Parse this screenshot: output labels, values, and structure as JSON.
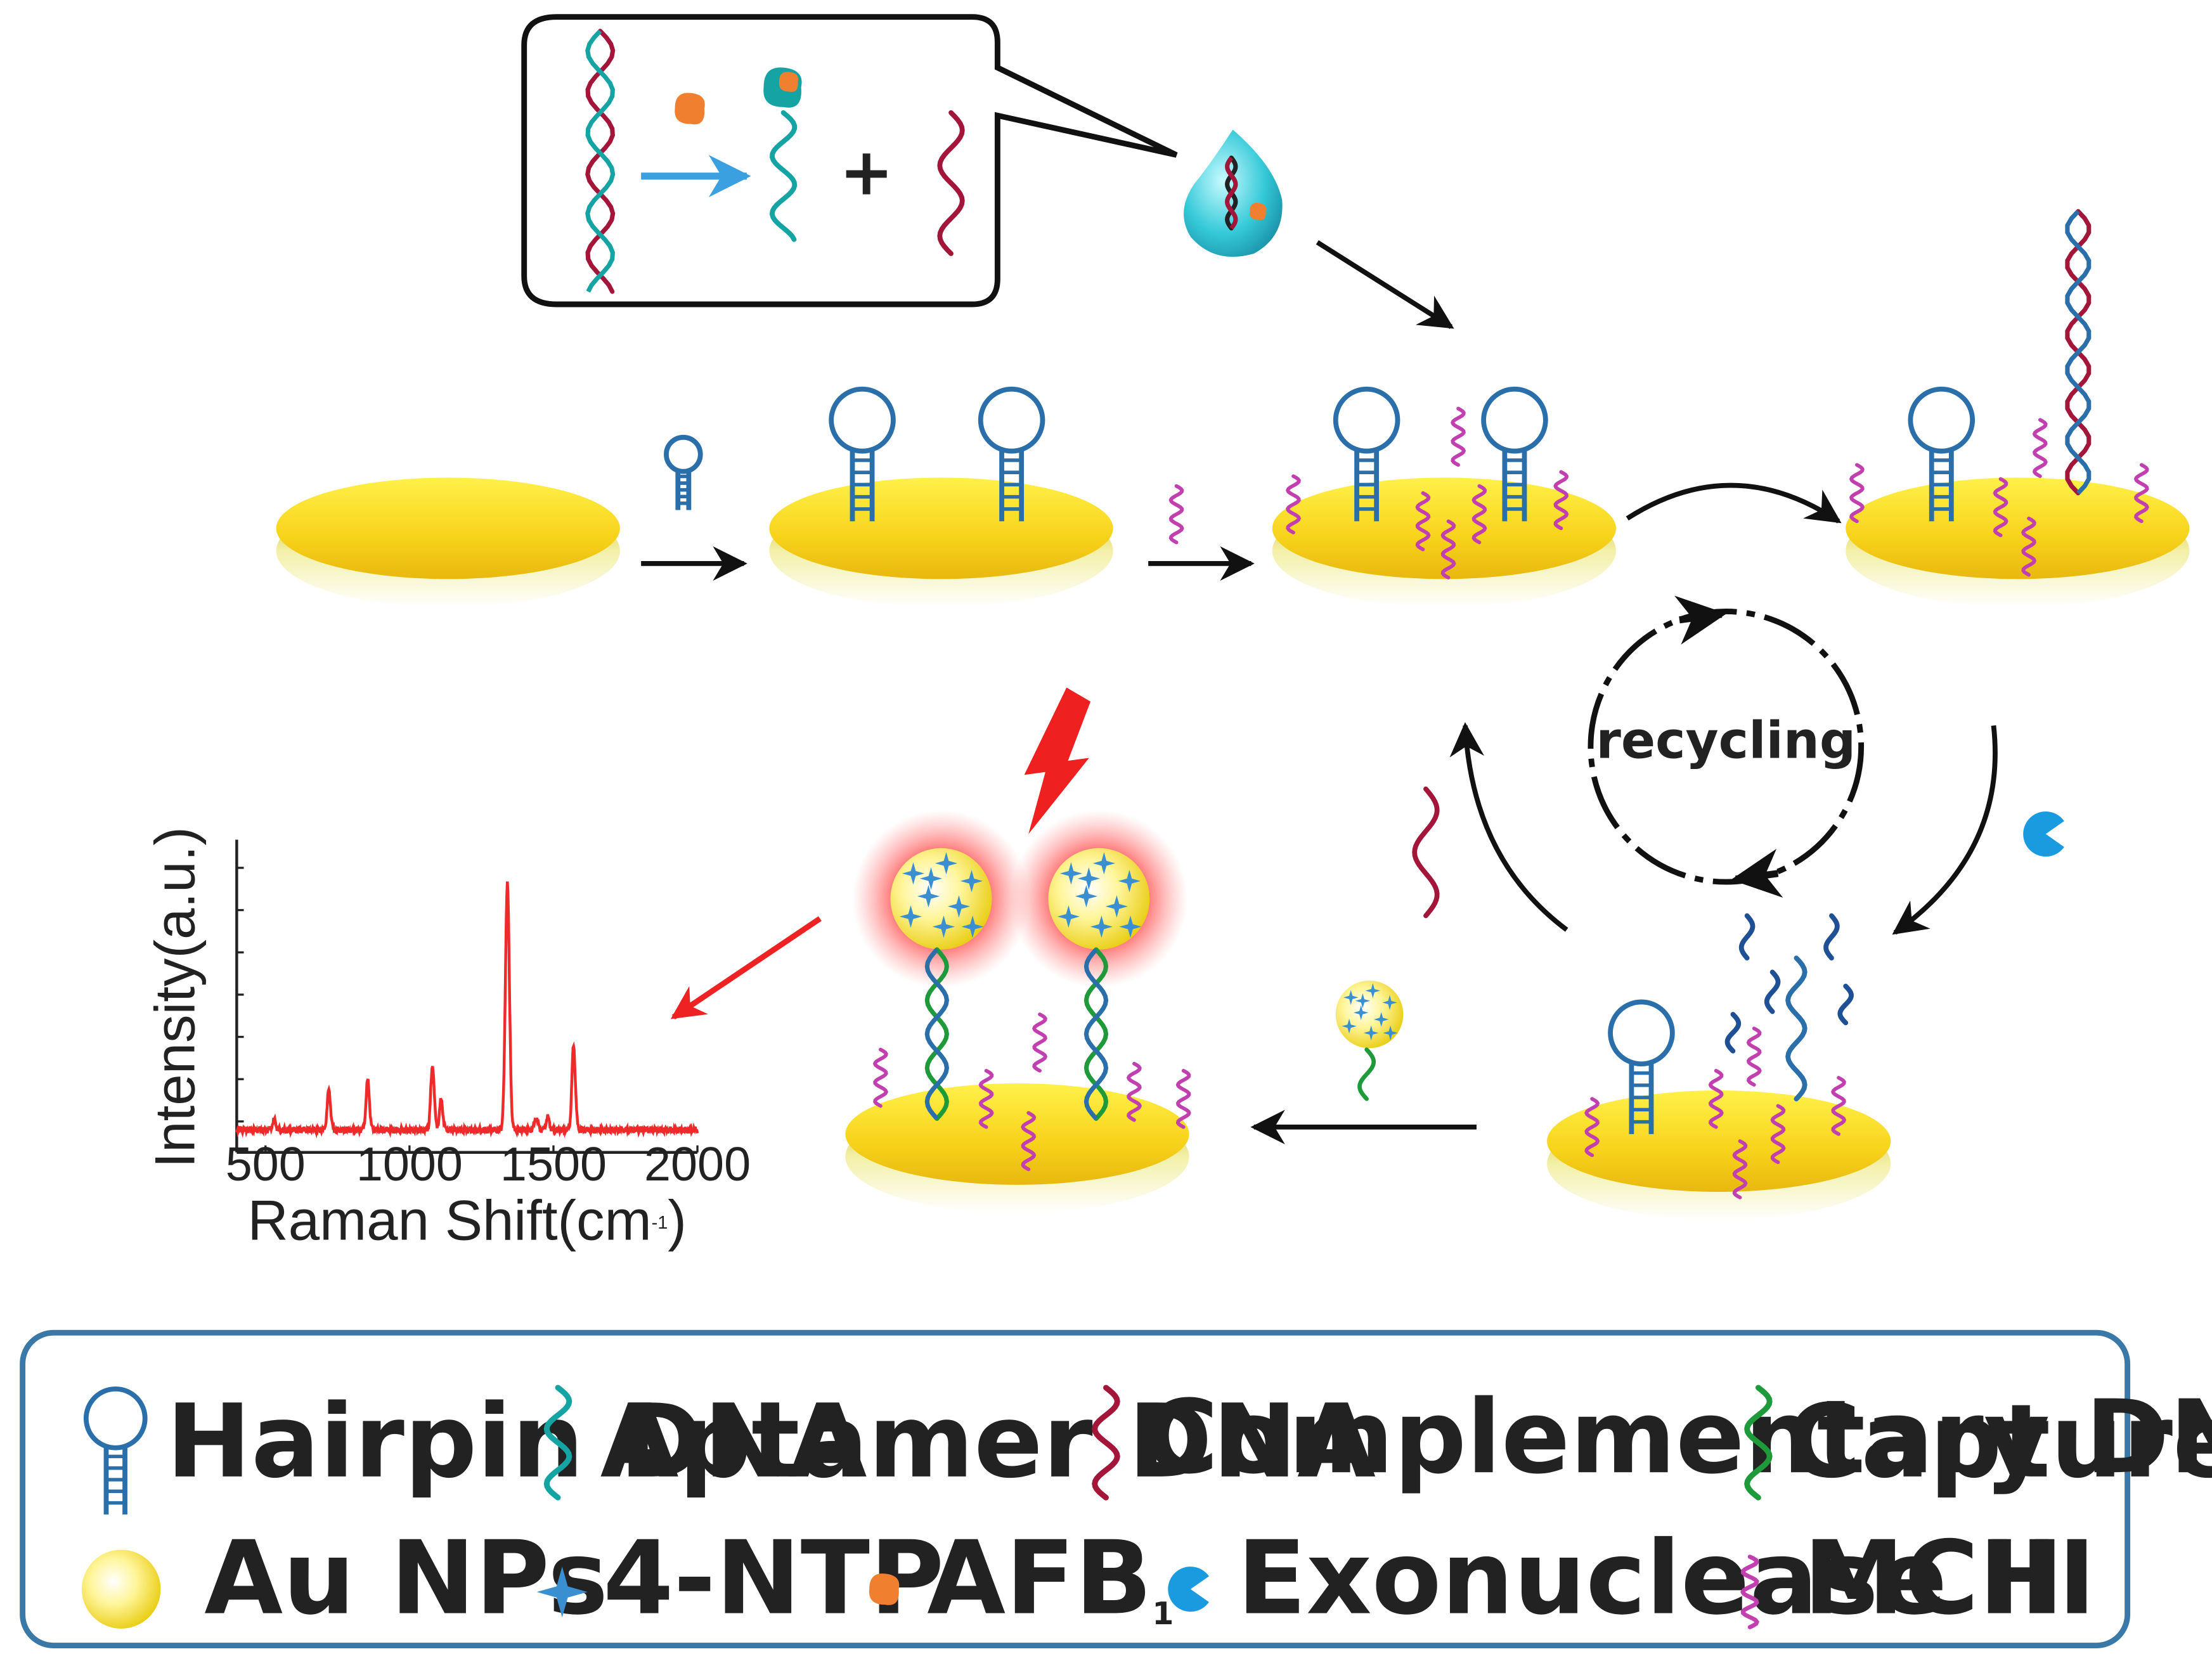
{
  "diagram": {
    "cycle_label": "recycling"
  },
  "legend": {
    "items": [
      {
        "key": "hairpin",
        "label": "Hairpin DNA"
      },
      {
        "key": "aptamer",
        "label": "Aptamer DNA"
      },
      {
        "key": "complementary",
        "label": "Complementary DNA"
      },
      {
        "key": "capture",
        "label": "Capture DNA"
      },
      {
        "key": "aunp",
        "label": "Au NPs"
      },
      {
        "key": "ntp",
        "label": "4-NTP"
      },
      {
        "key": "afb",
        "label": "AFB",
        "subscript": "1"
      },
      {
        "key": "exo",
        "label": "Exonuclease III"
      },
      {
        "key": "mch",
        "label": "MCH"
      }
    ]
  },
  "colors": {
    "hairpin": "#2a6faa",
    "aptamer": "#16a3a3",
    "complementary": "#a3163a",
    "capture": "#1f9a3a",
    "mch": "#c23fb0",
    "gold": "#f2d21a",
    "exo": "#1a9be0",
    "afb": "#f08030",
    "arrow_blue": "#3aa0e0",
    "arrow_red": "#ee2222",
    "spectrum": "#ee2a2a",
    "legend_border": "#3a78a8"
  },
  "chart_data": {
    "type": "line",
    "xlabel": "Raman Shift(cm",
    "xlabel_sup": "-1",
    "xlabel_close": ")",
    "ylabel": "Intensity(a.u.)",
    "xlim": [
      400,
      2000
    ],
    "xticks": [
      "500",
      "1000",
      "1500",
      "2000"
    ],
    "peaks": [
      {
        "x": 530,
        "h": 0.04
      },
      {
        "x": 720,
        "h": 0.16
      },
      {
        "x": 855,
        "h": 0.2
      },
      {
        "x": 1080,
        "h": 0.26
      },
      {
        "x": 1110,
        "h": 0.12
      },
      {
        "x": 1340,
        "h": 1.0
      },
      {
        "x": 1440,
        "h": 0.05
      },
      {
        "x": 1480,
        "h": 0.05
      },
      {
        "x": 1570,
        "h": 0.34
      }
    ]
  }
}
